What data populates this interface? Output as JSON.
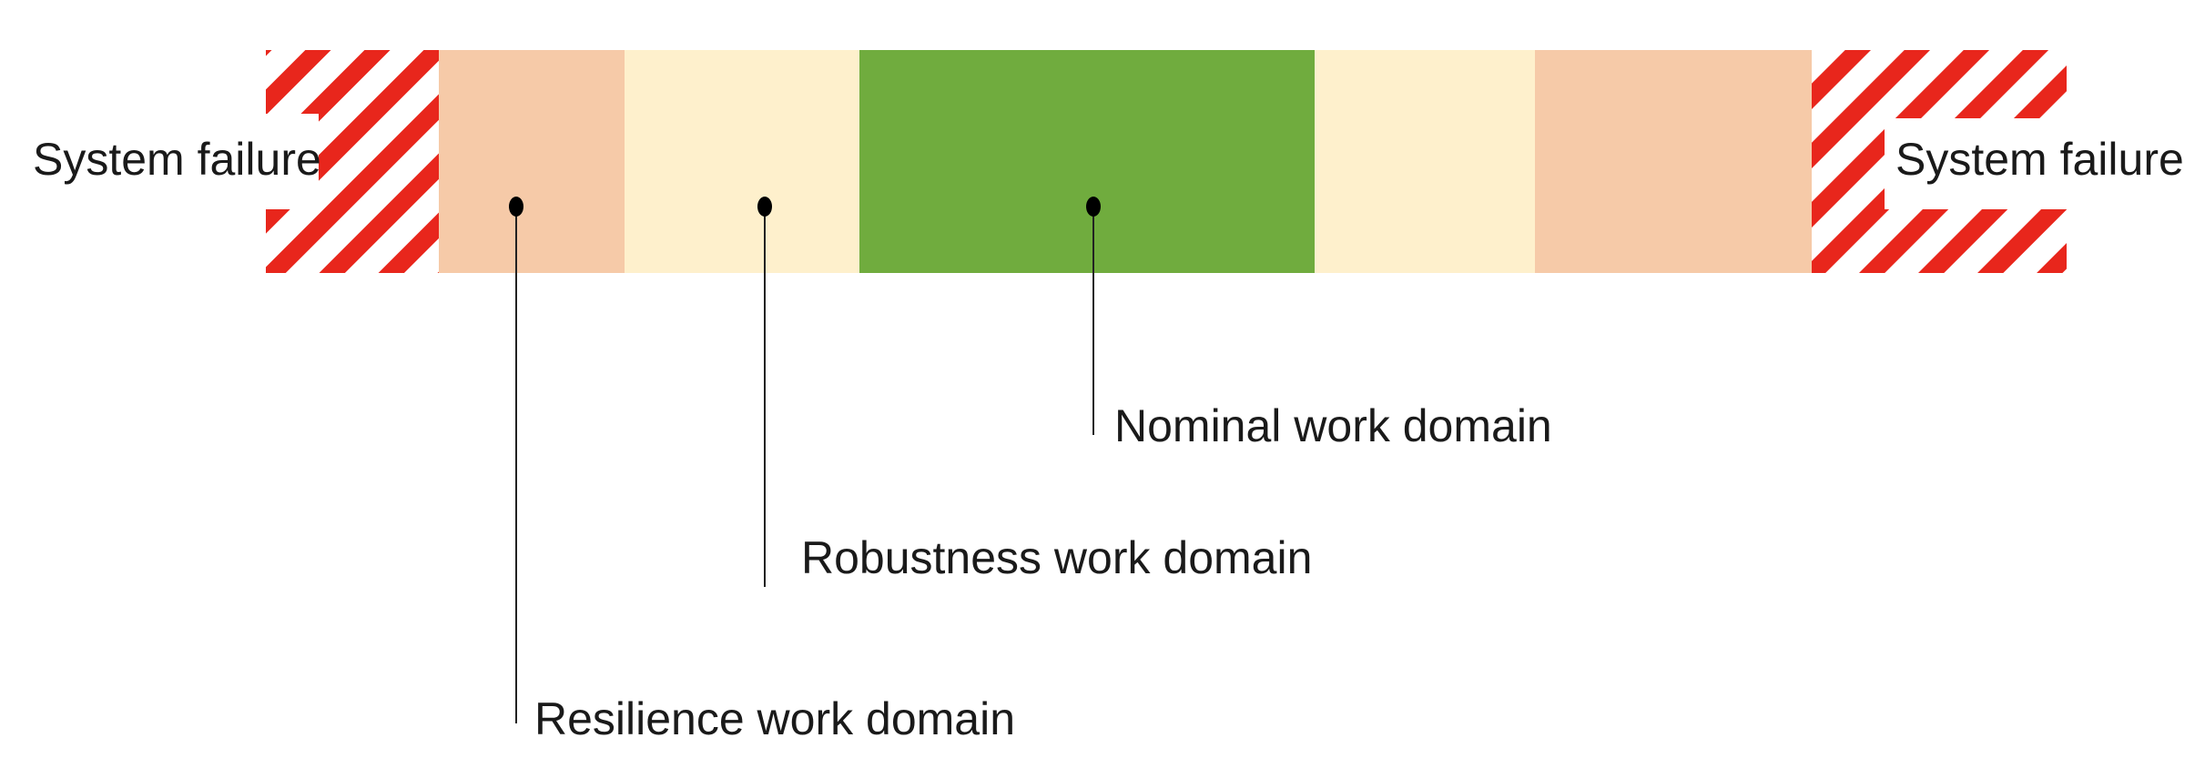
{
  "labels": {
    "system_failure_left": "System failure",
    "system_failure_right": "System failure",
    "nominal": "Nominal work domain",
    "robustness": "Robustness work domain",
    "resilience": "Resilience work domain"
  },
  "colors": {
    "failure_stripe": "#e8261c",
    "resilience_band": "#f6caa8",
    "robustness_band": "#fef0cc",
    "nominal_band": "#70ac3e",
    "leader_line": "#222222",
    "marker_dot": "#000000"
  }
}
